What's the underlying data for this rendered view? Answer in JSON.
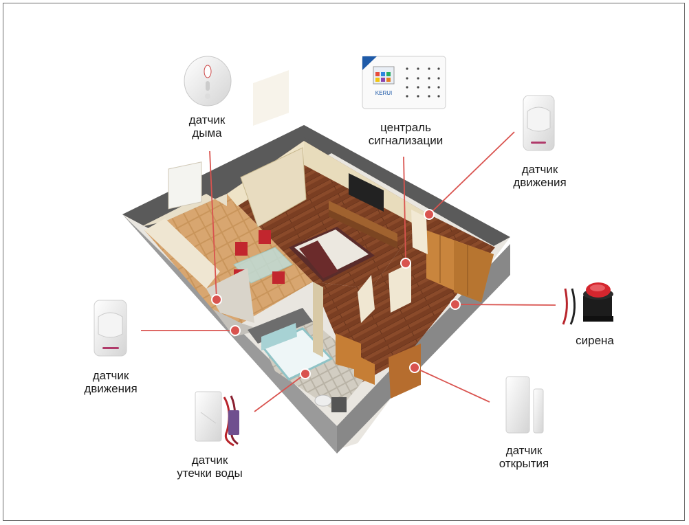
{
  "colors": {
    "connector_line": "#d9534f",
    "connector_dot": "#d9534f",
    "wall_top": "#5a5a5a",
    "floor_wood": "#7a3e22"
  },
  "labels": {
    "smoke_detector": {
      "line1": "датчик",
      "line2": "дыма",
      "icon": "smoke-detector-icon"
    },
    "control_panel": {
      "line1": "централь",
      "line2": "сигнализации",
      "icon": "alarm-panel-icon"
    },
    "motion_detector_right": {
      "line1": "датчик",
      "line2": "движения",
      "icon": "motion-sensor-icon"
    },
    "motion_detector_left": {
      "line1": "датчик",
      "line2": "движения",
      "icon": "motion-sensor-icon"
    },
    "siren": {
      "line1": "сирена",
      "icon": "siren-icon"
    },
    "water_leak": {
      "line1": "датчик",
      "line2": "утечки воды",
      "icon": "water-leak-sensor-icon"
    },
    "door_sensor": {
      "line1": "датчик",
      "line2": "открытия",
      "icon": "door-sensor-icon"
    }
  },
  "panel": {
    "brand": "KERUI"
  }
}
